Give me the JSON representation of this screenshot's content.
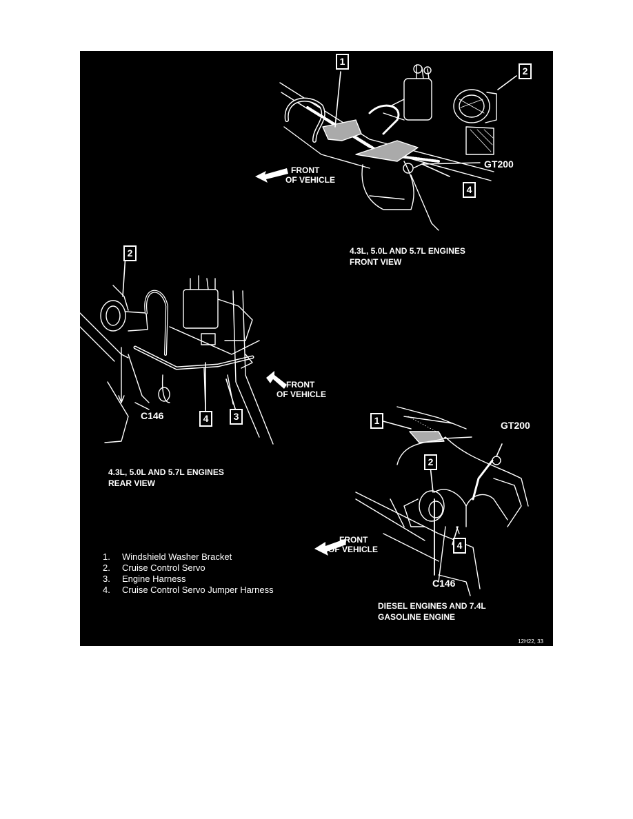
{
  "colors": {
    "background": "#000000",
    "ink": "#ffffff",
    "page": "#ffffff"
  },
  "views": {
    "top_right": {
      "caption": [
        "4.3L, 5.0L AND 5.7L ENGINES",
        "FRONT VIEW"
      ],
      "front": [
        "FRONT",
        "OF VEHICLE"
      ],
      "connector": "GT200",
      "callouts": [
        "1",
        "2",
        "4"
      ]
    },
    "left": {
      "caption": [
        "4.3L, 5.0L AND 5.7L ENGINES",
        "REAR VIEW"
      ],
      "front": [
        "FRONT",
        "OF VEHICLE"
      ],
      "connector": "C146",
      "callouts": [
        "2",
        "4",
        "3"
      ]
    },
    "bottom_right": {
      "caption": [
        "DIESEL ENGINES AND 7.4L",
        "GASOLINE ENGINE"
      ],
      "front": [
        "FRONT",
        "OF VEHICLE"
      ],
      "connector_top": "GT200",
      "connector_bottom": "C146",
      "callouts": [
        "1",
        "2",
        "4"
      ]
    }
  },
  "legend": [
    {
      "num": "1.",
      "text": "Windshield Washer Bracket"
    },
    {
      "num": "2.",
      "text": "Cruise Control Servo"
    },
    {
      "num": "3.",
      "text": "Engine Harness"
    },
    {
      "num": "4.",
      "text": "Cruise Control Servo Jumper Harness"
    }
  ],
  "figure_id": "12H22, 33"
}
